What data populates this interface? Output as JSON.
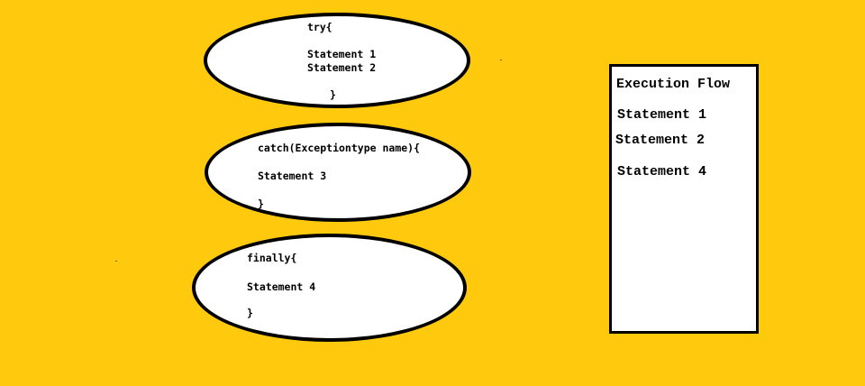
{
  "colors": {
    "background": "#FFC90E",
    "shape_fill": "#FFFFFF",
    "stroke": "#000000"
  },
  "try_block": {
    "open": "try{",
    "lines": [
      "Statement 1",
      "Statement 2"
    ],
    "close": "}"
  },
  "catch_block": {
    "open": "catch(Exceptiontype name){",
    "lines": [
      "Statement 3"
    ],
    "close": "}"
  },
  "finally_block": {
    "open": "finally{",
    "lines": [
      "Statement 4"
    ],
    "close": "}"
  },
  "execution_flow": {
    "title": "Execution Flow",
    "items": [
      "Statement 1",
      "Statement 2",
      "Statement 4"
    ]
  }
}
